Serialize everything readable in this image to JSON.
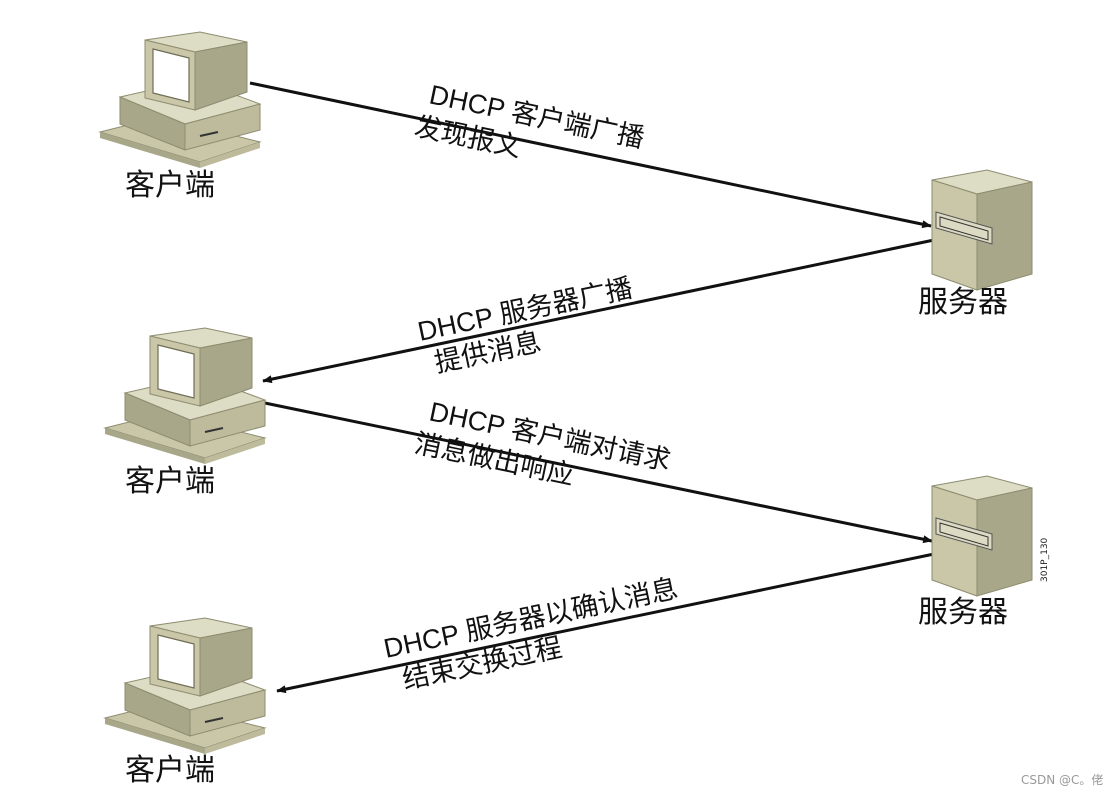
{
  "nodes": {
    "client_label": "客户端",
    "server_label": "服务器"
  },
  "messages": [
    {
      "title": "DHCP 客户端广播",
      "subtitle": "发现报文"
    },
    {
      "title": "DHCP 服务器广播",
      "subtitle": "提供消息"
    },
    {
      "title": "DHCP 客户端对请求",
      "subtitle": "消息做出响应"
    },
    {
      "title": "DHCP 服务器以确认消息",
      "subtitle": "结束交换过程"
    }
  ],
  "figure_id": "301P_130",
  "watermark": "CSDN @C。佬",
  "colors": {
    "device_face": "#c9c7a8",
    "device_top": "#dddcc4",
    "device_side": "#a9a789",
    "screen": "#ffffff",
    "arrow": "#111111"
  }
}
